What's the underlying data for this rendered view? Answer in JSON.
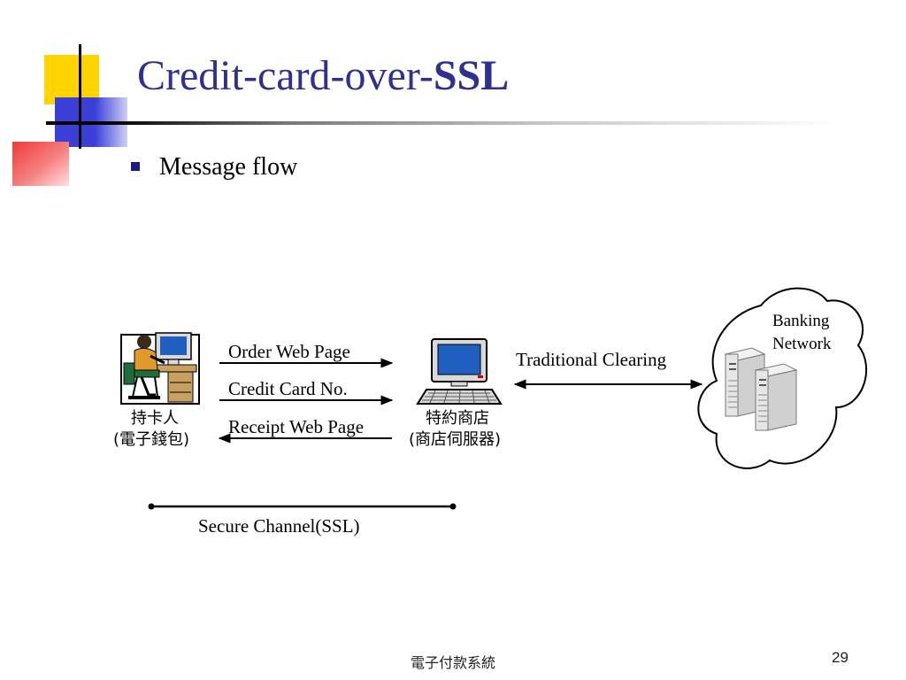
{
  "slide": {
    "title_prefix": "Credit-card-over-",
    "title_bold": "SSL",
    "bullet": "Message flow",
    "footer": "電子付款系統",
    "page_number": "29"
  },
  "diagram": {
    "cardholder": {
      "line1": "持卡人",
      "line2": "(電子錢包)"
    },
    "merchant": {
      "line1": "特約商店",
      "line2": "(商店伺服器)"
    },
    "bank": {
      "line1": "Banking",
      "line2": "Network"
    },
    "arrows": {
      "order": "Order Web Page",
      "card": "Credit Card No.",
      "receipt": "Receipt Web Page",
      "clearing": "Traditional Clearing"
    },
    "channel": "Secure Channel(SSL)"
  },
  "colors": {
    "title": "#2E3192",
    "deco_yellow": "#FFD400",
    "deco_blue": "#3B3FD8",
    "deco_red": "#F03A3A"
  },
  "icons": [
    "person-at-computer-icon",
    "computer-terminal-icon",
    "server-icon"
  ]
}
